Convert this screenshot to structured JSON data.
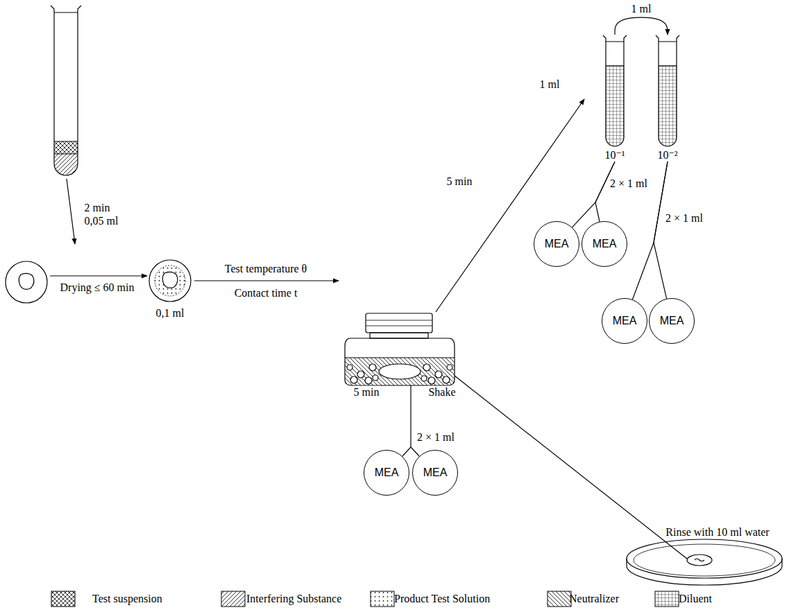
{
  "diagram": {
    "nodes": [
      {
        "text": [
          "10⁻¹"
        ]
      },
      {
        "text": [
          "10⁻²"
        ]
      },
      {
        "text": [
          "MEA"
        ]
      },
      {
        "text": [
          "MEA"
        ]
      },
      {
        "text": [
          "MEA"
        ]
      },
      {
        "text": [
          "MEA"
        ]
      },
      {
        "text": [
          "MEA"
        ]
      },
      {
        "text": [
          "MEA"
        ]
      }
    ],
    "edges": [
      {
        "from": 0,
        "to": 1,
        "arrow": "to",
        "label": "1 ml"
      },
      {
        "from": 0,
        "to": 2,
        "arrow": "none",
        "label": "2 × 1 ml"
      },
      {
        "from": 0,
        "to": 3,
        "arrow": "none"
      },
      {
        "from": 1,
        "to": 4,
        "arrow": "none",
        "label": "2 × 1 ml"
      },
      {
        "from": 1,
        "to": 5,
        "arrow": "none"
      }
    ],
    "labels": [
      "2 min",
      "0,05 ml",
      "Drying ≤ 60 min",
      "0,1 ml",
      "Test temperature θ",
      "Contact time t",
      "5 min",
      "1 ml",
      "5 min",
      "Shake",
      "2 × 1 ml",
      "Rinse with 10 ml water"
    ],
    "legend": [
      {
        "text": "Test suspension"
      },
      {
        "text": "Interfering Substance"
      },
      {
        "text": "Product Test Solution"
      },
      {
        "text": "Neutralizer"
      },
      {
        "text": "Diluent"
      }
    ]
  }
}
